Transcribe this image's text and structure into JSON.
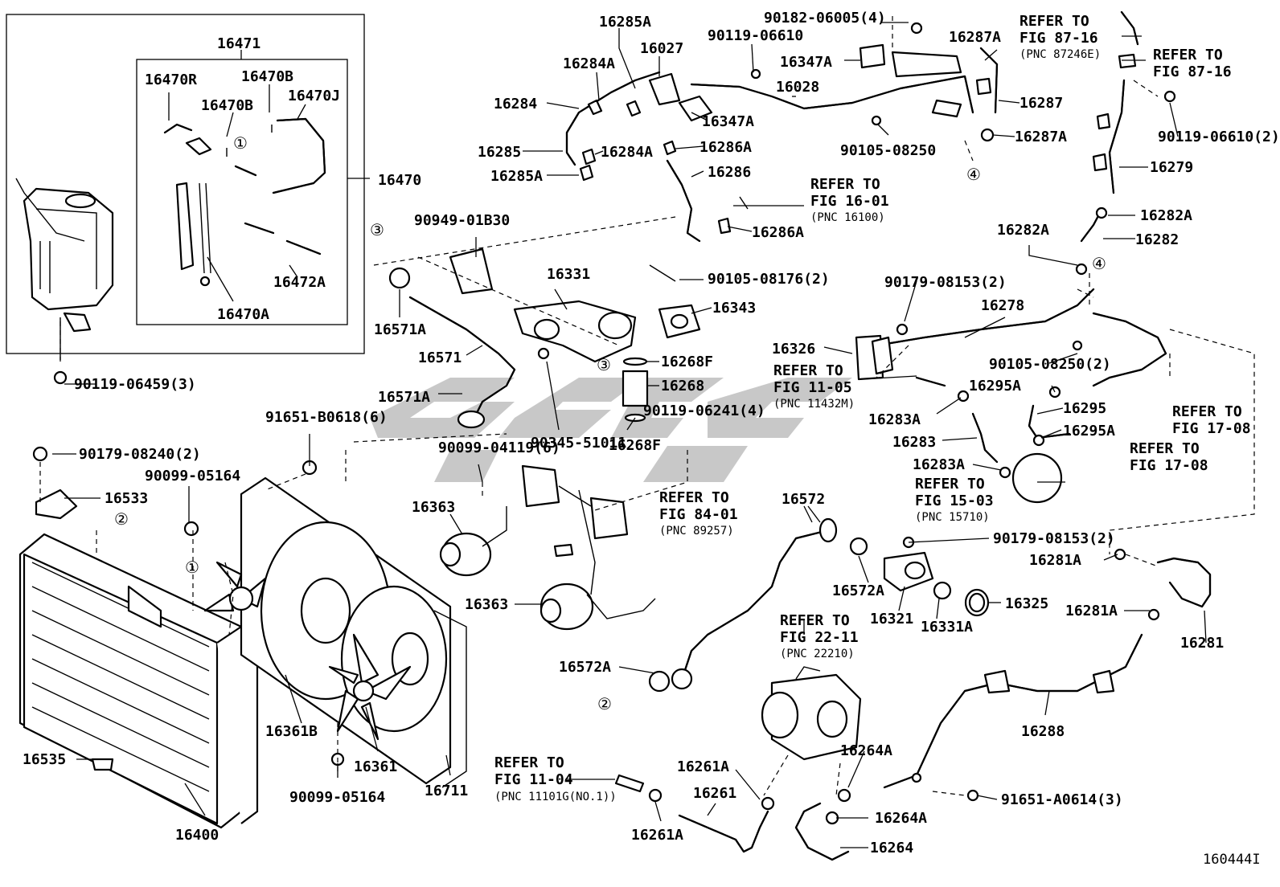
{
  "diagram_id": "160444I",
  "labels": {
    "p16471": "16471",
    "p16470R": "16470R",
    "p16470B_a": "16470B",
    "p16470B_b": "16470B",
    "p16470J": "16470J",
    "p16470": "16470",
    "p16472A": "16472A",
    "p16470A": "16470A",
    "p90119_06459": "90119-06459(3)",
    "p16285A_top": "16285A",
    "p16027": "16027",
    "p16284A_a": "16284A",
    "p16284": "16284",
    "p16285": "16285",
    "p16284A_b": "16284A",
    "p16285A_b": "16285A",
    "p90119_06610": "90119-06610",
    "p90182_06005": "90182-06005(4)",
    "p16347A_a": "16347A",
    "p16028": "16028",
    "p16347A_b": "16347A",
    "p16286A_a": "16286A",
    "p16286": "16286",
    "p16286A_b": "16286A",
    "p16287A_a": "16287A",
    "p16287": "16287",
    "p16287A_b": "16287A",
    "p90105_08250": "90105-08250",
    "p90119_06610_2": "90119-06610(2)",
    "p16279": "16279",
    "p16282A_a": "16282A",
    "p16282": "16282",
    "p16282A_b": "16282A",
    "p90949_01B30": "90949-01B30",
    "p16331": "16331",
    "p90105_08176": "90105-08176(2)",
    "p16343": "16343",
    "p16571A_a": "16571A",
    "p16571": "16571",
    "p16571A_b": "16571A",
    "p16268F_a": "16268F",
    "p16268": "16268",
    "p90119_06241": "90119-06241(4)",
    "p90345_51011": "90345-51011",
    "p16268F_b": "16268F",
    "p90179_08153_a": "90179-08153(2)",
    "p16278": "16278",
    "p16326": "16326",
    "p90105_08250_2": "90105-08250(2)",
    "p16295A_a": "16295A",
    "p16295": "16295",
    "p16295A_b": "16295A",
    "p16283A_a": "16283A",
    "p16283": "16283",
    "p16283A_b": "16283A",
    "p91651_B0618": "91651-B0618(6)",
    "p90179_08240": "90179-08240(2)",
    "p90099_05164_a": "90099-05164",
    "p16533": "16533",
    "p90099_04119": "90099-04119(6)",
    "p16363_a": "16363",
    "p16363_b": "16363",
    "p16572": "16572",
    "p90179_08153_b": "90179-08153(2)",
    "p16572A_a": "16572A",
    "p16321": "16321",
    "p16331A": "16331A",
    "p16325": "16325",
    "p16281A_a": "16281A",
    "p16281A_b": "16281A",
    "p16281": "16281",
    "p16572A_b": "16572A",
    "p16361B": "16361B",
    "p16361": "16361",
    "p16711": "16711",
    "p16535": "16535",
    "p90099_05164_b": "90099-05164",
    "p16400": "16400",
    "p16288": "16288",
    "p16261A_a": "16261A",
    "p16261": "16261",
    "p16261A_b": "16261A",
    "p16264A_a": "16264A",
    "p16264A_b": "16264A",
    "p16264": "16264",
    "p91651_A0614": "91651-A0614(3)"
  },
  "refs": {
    "r87_16_a": {
      "l1": "REFER TO",
      "l2": "FIG 87-16",
      "l3": "(PNC 87246E)"
    },
    "r87_16_b": {
      "l1": "REFER TO",
      "l2": "FIG 87-16"
    },
    "r16_01": {
      "l1": "REFER TO",
      "l2": "FIG 16-01",
      "l3": "(PNC 16100)"
    },
    "r11_05": {
      "l1": "REFER TO",
      "l2": "FIG 11-05",
      "l3": "(PNC 11432M)"
    },
    "r17_08_a": {
      "l1": "REFER TO",
      "l2": "FIG 17-08"
    },
    "r17_08_b": {
      "l1": "REFER TO",
      "l2": "FIG 17-08"
    },
    "r15_03": {
      "l1": "REFER TO",
      "l2": "FIG 15-03",
      "l3": "(PNC 15710)"
    },
    "r84_01": {
      "l1": "REFER TO",
      "l2": "FIG 84-01",
      "l3": "(PNC 89257)"
    },
    "r22_11": {
      "l1": "REFER TO",
      "l2": "FIG 22-11",
      "l3": "(PNC 22210)"
    },
    "r11_04": {
      "l1": "REFER TO",
      "l2": "FIG 11-04",
      "l3": "(PNC 11101G(NO.1))"
    }
  },
  "markers": {
    "m1": "①",
    "m2": "②",
    "m3": "③",
    "m4": "④"
  }
}
